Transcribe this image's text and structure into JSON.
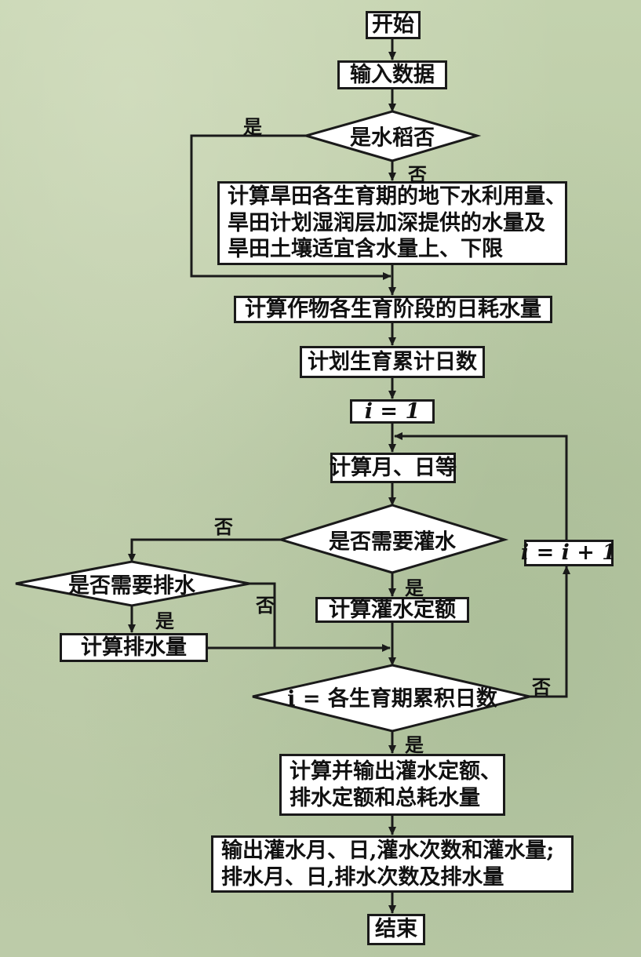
{
  "nodes": {
    "start": "开始",
    "input": "输入数据",
    "is_rice": "是水稻否",
    "dryland_calc": [
      "计算旱田各生育期的地下水利用量、",
      "旱田计划湿润层加深提供的水量及",
      "旱田土壤适宜含水量上、下限"
    ],
    "daily_use": "计算作物各生育阶段的日耗水量",
    "plan_days": "计划生育累计日数",
    "init_i": "i = 1",
    "calc_date": "计算月、日等",
    "need_irrigation": "是否需要灌水",
    "need_drainage": "是否需要排水",
    "irrigation_quota": "计算灌水定额",
    "drainage_amount": "计算排水量",
    "increment_i": "i = i + 1",
    "check_days": "i = 各生育期累积日数",
    "output_quota": [
      "计算并输出灌水定额、",
      "排水定额和总耗水量"
    ],
    "output_schedule": [
      "输出灌水月、日,灌水次数和灌水量;",
      "排水月、日,排水次数及排水量"
    ],
    "end": "结束"
  },
  "edge_labels": {
    "rice_yes": "是",
    "rice_no": "否",
    "irr_no": "否",
    "irr_yes": "是",
    "drain_no": "否",
    "drain_yes": "是",
    "days_no": "否",
    "days_yes": "是"
  },
  "colors": {
    "paper": "#bccba8",
    "box": "#ffffff",
    "line": "#1a1a1a"
  }
}
